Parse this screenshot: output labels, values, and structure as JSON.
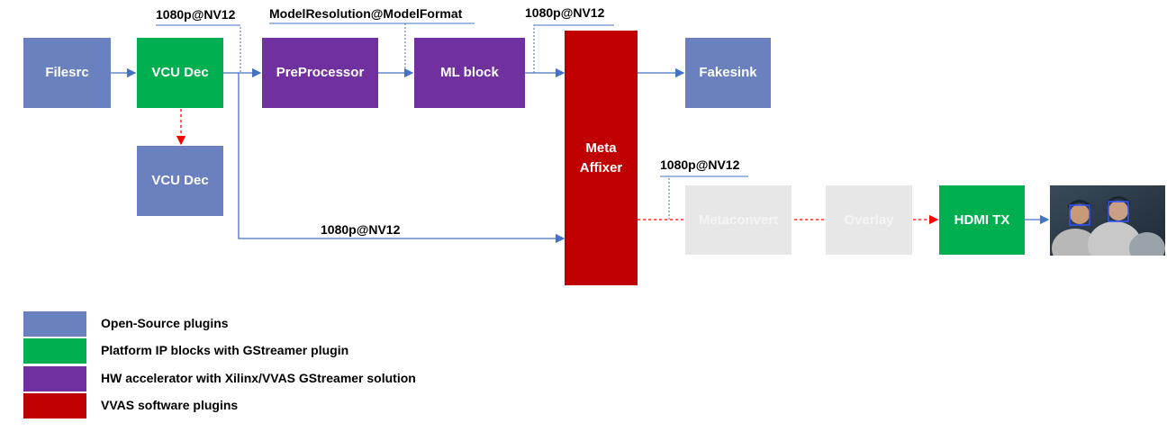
{
  "nodes": {
    "filesrc": "Filesrc",
    "vcu_dec_main": "VCU Dec",
    "vcu_dec_secondary": "VCU Dec",
    "preprocessor": "PreProcessor",
    "ml_block": "ML block",
    "fakesink": "Fakesink",
    "meta_affixer_line1": "Meta",
    "meta_affixer_line2": "Affixer",
    "metaconvert": "Metaconvert",
    "overlay": "Overlay",
    "hdmi_tx": "HDMI TX"
  },
  "labels": {
    "vcu_out": "1080p@NV12",
    "model_in": "ModelResolution@ModelFormat",
    "ml_out": "1080p@NV12",
    "meta_out": "1080p@NV12",
    "bypass": "1080p@NV12"
  },
  "legend": [
    {
      "color": "#6a80bf",
      "text": "Open-Source plugins"
    },
    {
      "color": "#00b050",
      "text": "Platform IP blocks with GStreamer plugin"
    },
    {
      "color": "#7030a0",
      "text": "HW accelerator with Xilinx/VVAS GStreamer solution"
    },
    {
      "color": "#c00000",
      "text": "VVAS software plugins"
    }
  ],
  "colors": {
    "open_source": "#6a80bf",
    "platform_ip": "#00b050",
    "hw_accel": "#7030a0",
    "vvas_sw": "#c00000",
    "connector": "#4472c4",
    "dashed_red": "#ff0000"
  },
  "output_image": "output-frame-with-face-boxes"
}
